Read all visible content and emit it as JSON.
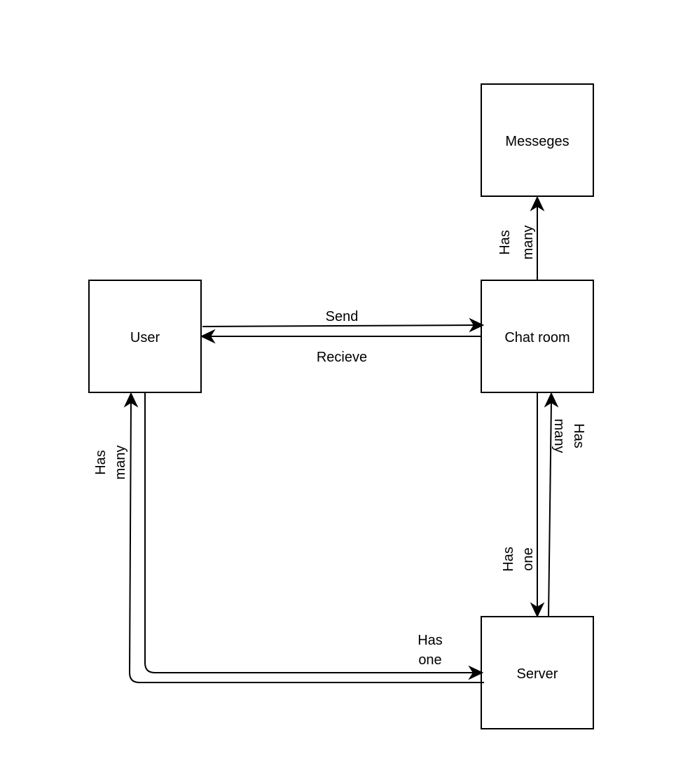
{
  "nodes": {
    "messages": "Messeges",
    "user": "User",
    "chat_room": "Chat room",
    "server": "Server"
  },
  "edges": {
    "chat_to_messages": [
      "Has",
      "many"
    ],
    "user_to_chat": "Send",
    "chat_to_user": "Recieve",
    "server_to_user": [
      "Has",
      "many"
    ],
    "user_to_server": [
      "Has",
      "one"
    ],
    "chat_to_server": [
      "Has",
      "one"
    ],
    "server_to_chat": [
      "Has",
      "many"
    ]
  },
  "colors": {
    "stroke": "#000000",
    "fill": "#ffffff"
  }
}
